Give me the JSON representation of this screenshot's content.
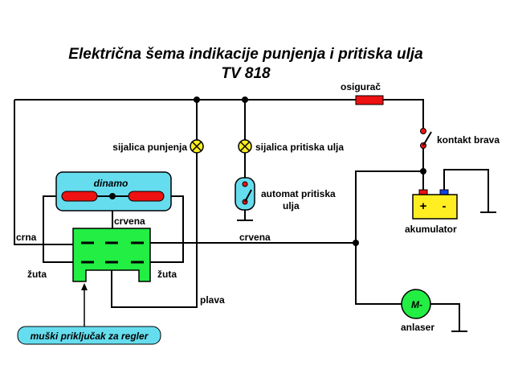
{
  "title": {
    "line1": "Električna šema indikacije punjenja i pritiska ulja",
    "line2": "TV 818"
  },
  "labels": {
    "fuse": "osigurač",
    "ignition_switch": "kontakt brava",
    "charge_lamp": "sijalica punjenja",
    "oil_lamp": "sijalica pritiska ulja",
    "oil_switch_line1": "automat pritiska",
    "oil_switch_line2": "ulja",
    "dynamo": "dinamo",
    "wire_red_vertical": "crvena",
    "wire_black": "crna",
    "wire_red_horizontal": "crvena",
    "wire_yellow_left": "žuta",
    "wire_yellow_right": "žuta",
    "wire_blue": "plava",
    "battery": "akumulator",
    "battery_plus": "+",
    "battery_minus": "-",
    "starter": "anlaser",
    "starter_symbol": "M-",
    "regulator_connector": "muški priključak za regler"
  },
  "colors": {
    "dynamo_body": "#66ddee",
    "dynamo_coil": "#ee1111",
    "regulator": "#22ee44",
    "battery": "#ffee22",
    "battery_plus_terminal": "#ee1111",
    "battery_minus_terminal": "#1144ee",
    "lamp": "#ffee22",
    "fuse": "#ee1111",
    "oil_switch": "#66ddee",
    "starter": "#22ee44",
    "callout": "#66ddee"
  }
}
